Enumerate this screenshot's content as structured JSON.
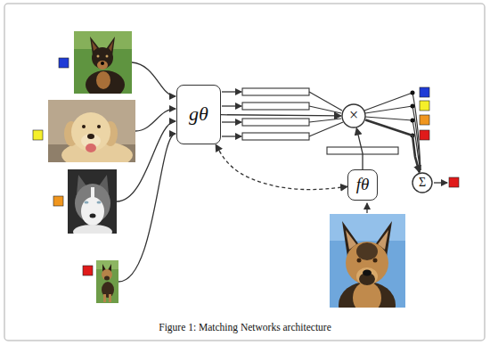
{
  "diagram": {
    "caption": "Figure 1: Matching Networks architecture",
    "nodes": [
      {
        "text": [
          "gθ"
        ]
      },
      {
        "text": [
          "×"
        ]
      },
      {
        "text": [
          "fθ"
        ]
      },
      {
        "text": [
          "Σ"
        ]
      }
    ],
    "edges": [
      {
        "from": 0,
        "to": 1,
        "arrow": "to"
      },
      {
        "from": 2,
        "to": 1,
        "arrow": "to"
      },
      {
        "from": 2,
        "to": 0,
        "arrow": "both"
      },
      {
        "from": 1,
        "to": 3,
        "arrow": "to"
      }
    ]
  }
}
